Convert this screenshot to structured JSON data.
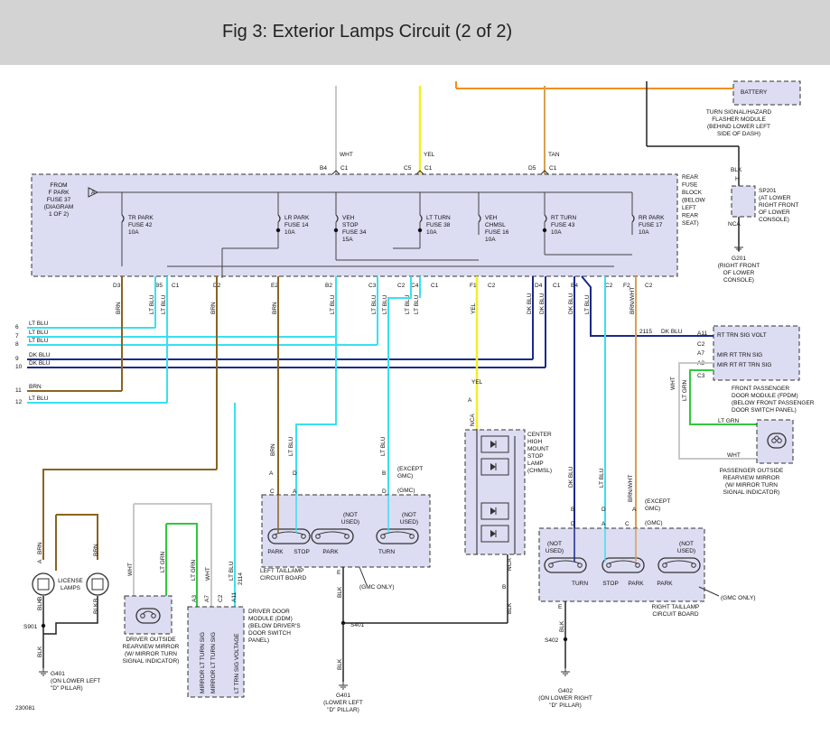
{
  "header": {
    "title": "Fig 3: Exterior Lamps Circuit (2 of 2)"
  },
  "colors": {
    "background": "#ffffff",
    "header_bg": "#d3d3d3",
    "box_fill": "#dcdcf2",
    "ltblu": "#39e0f0",
    "dkblu": "#1a2a8a",
    "brn": "#8a6420",
    "yel": "#f2ee2a",
    "tan": "#d8a050",
    "orange": "#f0901e",
    "ltgrn": "#30c83c",
    "wht": "#c8c8c8",
    "blk": "#222222"
  },
  "top": {
    "battery": "BATTERY",
    "flasher": [
      "TURN SIGNAL/HAZARD",
      "FLASHER MODULE",
      "(BEHIND LOWER LEFT",
      "SIDE OF DASH)"
    ],
    "wires": [
      {
        "color": "WHT",
        "conn": "B4",
        "side": "C1"
      },
      {
        "color": "YEL",
        "conn": "C5",
        "side": "C1"
      },
      {
        "color": "TAN",
        "conn": "D5",
        "side": "C1"
      }
    ],
    "blk": "BLK",
    "h": "H",
    "nca": "NCA",
    "sp201": [
      "SP201",
      "(AT LOWER",
      "RIGHT FRONT",
      "OF LOWER",
      "CONSOLE)"
    ],
    "g201": [
      "G201",
      "(RIGHT FRONT",
      "OF LOWER",
      "CONSOLE)"
    ]
  },
  "fuse_block": {
    "label": [
      "REAR",
      "FUSE",
      "BLOCK",
      "(BELOW",
      "LEFT",
      "REAR",
      "SEAT)"
    ],
    "from": [
      "FROM",
      "F PARK",
      "FUSE 37",
      "(DIAGRAM",
      "1 OF 2)"
    ],
    "a_marker": "A",
    "fuses": [
      [
        "TR PARK",
        "FUSE 42",
        "10A"
      ],
      [
        "LR PARK",
        "FUSE 14",
        "10A"
      ],
      [
        "VEH",
        "STOP",
        "FUSE 34",
        "15A"
      ],
      [
        "LT TURN",
        "FUSE 38",
        "10A"
      ],
      [
        "VEH",
        "CHMSL",
        "FUSE 16",
        "10A"
      ],
      [
        "RT TURN",
        "FUSE 43",
        "10A"
      ],
      [
        "RR PARK",
        "FUSE 17",
        "10A"
      ]
    ],
    "bottom_pins": [
      "D3",
      "B5",
      "C1",
      "D2",
      "E2",
      "B2",
      "C3",
      "C2",
      "C4",
      "C1",
      "F1",
      "C2",
      "D4",
      "C1",
      "B4",
      "C2",
      "F2",
      "C2"
    ],
    "wire_colors": [
      "BRN",
      "LT BLU",
      "LT BLU",
      "BRN",
      "BRN",
      "LT BLU",
      "LT BLU",
      "LT BLU",
      "LT BLU",
      "LT BLU",
      "YEL",
      "DK BLU",
      "DK BLU",
      "DK BLU",
      "LT BLU",
      "BRN/WHT"
    ]
  },
  "left_bus": [
    {
      "num": "6",
      "label": "LT BLU"
    },
    {
      "num": "7",
      "label": "LT BLU"
    },
    {
      "num": "8",
      "label": "LT BLU"
    },
    {
      "num": "9",
      "label": "DK BLU"
    },
    {
      "num": "10",
      "label": "DK BLU"
    },
    {
      "num": "11",
      "label": "BRN"
    },
    {
      "num": "12",
      "label": "LT BLU"
    }
  ],
  "fpdm": {
    "circuit": "2115",
    "circuit_color": "DK BLU",
    "pins": [
      {
        "pin": "A11",
        "label": "RT TRN SIG VOLT"
      },
      {
        "pin": "C2",
        "label": ""
      },
      {
        "pin": "A7",
        "label": "MIR RT TRN SIG"
      },
      {
        "pin": "A3",
        "label": "MIR RT RT TRN SIG"
      },
      {
        "pin": "C3",
        "label": ""
      }
    ],
    "wire_labels": [
      "WHT",
      "LT GRN",
      "LT GRN",
      "WHT"
    ],
    "caption": [
      "FRONT PASSENGER",
      "DOOR MODULE (FPDM)",
      "(BELOW FRONT PASSENGER",
      "DOOR SWITCH PANEL)"
    ],
    "mirror_caption": [
      "PASSENGER OUTSIDE",
      "REARVIEW MIRROR",
      "(W/ MIRROR TURN",
      "SIGNAL INDICATOR)"
    ]
  },
  "chmsl": {
    "caption": [
      "CENTER",
      "HIGH",
      "MOUNT",
      "STOP",
      "LAMP",
      "(CHMSL)"
    ],
    "labels": [
      "YEL",
      "A",
      "NCA",
      "NCA",
      "B",
      "BLK"
    ]
  },
  "left_taillamp": {
    "wires": [
      "BRN",
      "LT BLU",
      "LT BLU"
    ],
    "pins_top": [
      "A",
      "D",
      "B"
    ],
    "pins_conn": [
      "C",
      "A",
      "D"
    ],
    "except": [
      "(EXCEPT",
      "GMC)"
    ],
    "gmc": "(GMC)",
    "not_used": [
      "(NOT",
      "USED)"
    ],
    "bulbs": [
      "PARK",
      "STOP",
      "PARK",
      "TURN"
    ],
    "caption": [
      "LEFT TAILLAMP",
      "CIRCUIT BOARD"
    ],
    "gmc_only": "(GMC ONLY)",
    "e": "E",
    "blk": "BLK",
    "s401": "S401",
    "g401": [
      "G401",
      "(LOWER LEFT",
      "\"D\" PILLAR)"
    ]
  },
  "right_taillamp": {
    "wires": [
      "DK BLU",
      "LT BLU",
      "BRN/WHT"
    ],
    "pins_top": [
      "B",
      "D",
      "A"
    ],
    "pins_conn": [
      "D",
      "A",
      "C"
    ],
    "except": [
      "(EXCEPT",
      "GMC)"
    ],
    "gmc": "(GMC)",
    "not_used": [
      "(NOT",
      "USED)"
    ],
    "bulbs": [
      "TURN",
      "STOP",
      "PARK",
      "PARK"
    ],
    "caption": [
      "RIGHT TAILLAMP",
      "CIRCUIT BOARD"
    ],
    "gmc_only": "(GMC ONLY)",
    "e": "E",
    "blk": "BLK",
    "s402": "S402",
    "g402": [
      "G402",
      "(ON LOWER RIGHT",
      "\"D\" PILLAR)"
    ]
  },
  "license": {
    "caption": [
      "LICENSE",
      "LAMPS"
    ],
    "labels": [
      "BRN",
      "A",
      "BRN",
      "BLK",
      "B",
      "BLK",
      "B"
    ],
    "s901": "S901",
    "blk": "BLK",
    "g401": [
      "G401",
      "(ON LOWER LEFT",
      "\"D\" PILLAR)"
    ]
  },
  "driver_mirror": {
    "caption": [
      "DRIVER OUTSIDE",
      "REARVIEW MIRROR",
      "(W/ MIRROR TURN",
      "SIGNAL INDICATOR)"
    ],
    "wires": [
      "WHT",
      "LT GRN"
    ]
  },
  "ddm": {
    "caption": [
      "DRIVER DOOR",
      "MODULE (DDM)",
      "(BELOW DRIVER'S",
      "DOOR SWITCH",
      "PANEL)"
    ],
    "wires": [
      "LT GRN",
      "WHT",
      "LT BLU",
      "2114"
    ],
    "pins": [
      "A3",
      "A7",
      "C2",
      "A11"
    ],
    "vlabels": [
      "MIRROR LT TURN SIG",
      "MIRROR LT TURN SIG",
      "LT TRN SIG VOLTAGE"
    ]
  },
  "footer": {
    "code": "230081"
  }
}
